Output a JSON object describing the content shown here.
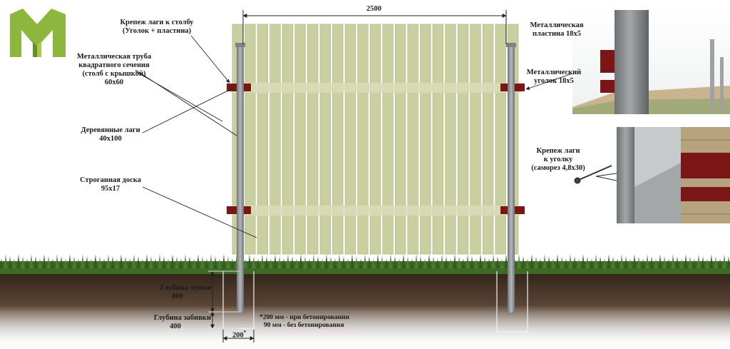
{
  "logo": {
    "name": "M-logo",
    "colors": [
      "#8db63c",
      "#6b8e23",
      "#a6c94a"
    ]
  },
  "labels": {
    "mount_post": [
      "Крепеж лаги к столбу",
      "(Уголок + пластина)"
    ],
    "pipe": [
      "Металлическая труба",
      "квадратного сечения",
      "(столб с крышкой)",
      "60х60"
    ],
    "rails": [
      "Деревянные лаги",
      "40х100"
    ],
    "board": [
      "Строганная доска",
      "95х17"
    ],
    "plate": [
      "Металлическая",
      "пластина 18х5"
    ],
    "angle": [
      "Металлический",
      "уголок 18х5"
    ],
    "mount_angle": [
      "Крепеж лаги",
      "к уголку",
      "(саморез 4,8х30)"
    ]
  },
  "dimensions": {
    "span": "2500",
    "hole_depth": [
      "Глубина лунки",
      "800"
    ],
    "drive_depth": [
      "Глубина забивки",
      "400"
    ],
    "hole_width": "200",
    "hole_width_mark": "*",
    "note": [
      "*200 мм - при бетонировании",
      "90 мм - без бетонирования"
    ]
  },
  "colors": {
    "board": "#c9cf9f",
    "board_dark": "#a9b07c",
    "post": "#8e9396",
    "bracket": "#7a1616",
    "grass": "#3d6b25",
    "soil": "#3a2a20",
    "text": "#1a1a1a"
  },
  "fence": {
    "board_count": 23
  }
}
